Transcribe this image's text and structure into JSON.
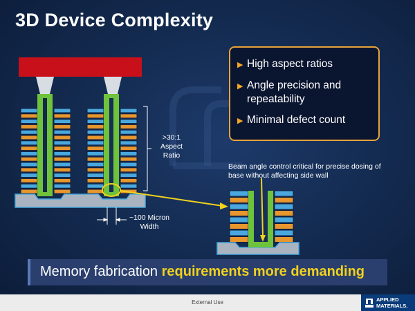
{
  "slide": {
    "title": "3D Device Complexity",
    "bullets": [
      {
        "text": "High aspect ratios",
        "icon": "triangle-right-icon"
      },
      {
        "text": "Angle precision and repeatability",
        "icon": "triangle-right-icon"
      },
      {
        "text": "Minimal defect count",
        "icon": "triangle-right-icon"
      }
    ],
    "labels": {
      "aspect_ratio": ">30:1 Aspect Ratio",
      "width": "~100 Micron Width",
      "beam_note": "Beam angle control critical for precise dosing of base without affecting side wall"
    },
    "banner": {
      "text_plain": "Memory fabrication ",
      "text_highlight": "requirements more demanding"
    },
    "footer": {
      "classification": "External Use",
      "logo_text_line1": "APPLIED",
      "logo_text_line2": "MATERIALS."
    },
    "colors": {
      "accent_orange": "#e8a33a",
      "highlight_yellow": "#f2d21c",
      "channel_green": "#6fc23b",
      "layer_blue": "#4aa8de",
      "layer_orange": "#e8962e",
      "cap_red": "#c8101a",
      "background": "#142c52"
    }
  }
}
